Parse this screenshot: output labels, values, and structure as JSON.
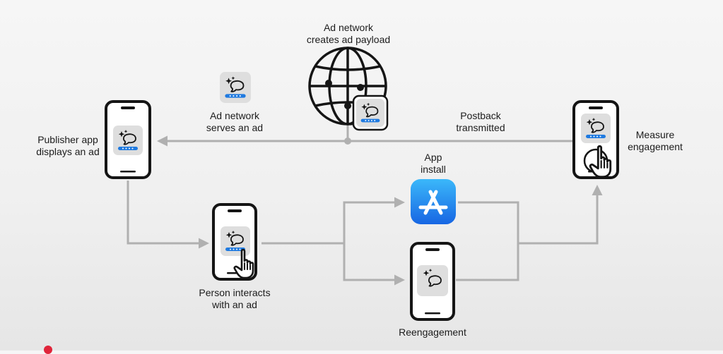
{
  "labels": {
    "ad_network_creates": [
      "Ad network",
      "creates ad payload"
    ],
    "ad_network_serves": [
      "Ad network",
      "serves an ad"
    ],
    "publisher_app": [
      "Publisher app",
      "displays an ad"
    ],
    "postback": [
      "Postback",
      "transmitted"
    ],
    "measure": [
      "Measure",
      "engagement"
    ],
    "app_install": [
      "App",
      "install"
    ],
    "person_interacts": [
      "Person interacts",
      "with an ad"
    ],
    "reengagement": [
      "Reengagement"
    ]
  },
  "icons": {
    "globe": "globe-icon",
    "app_store": "app-store-icon",
    "ad_card": "ad-card-icon",
    "tap_hand": "tap-hand-icon",
    "phone": "phone-icon"
  },
  "colors": {
    "arrow": "#b0b0b0",
    "outline": "#151515",
    "ad_bar": "#1f7ae0",
    "app_store_top": "#38b6f8",
    "app_store_bottom": "#1a6de6"
  }
}
